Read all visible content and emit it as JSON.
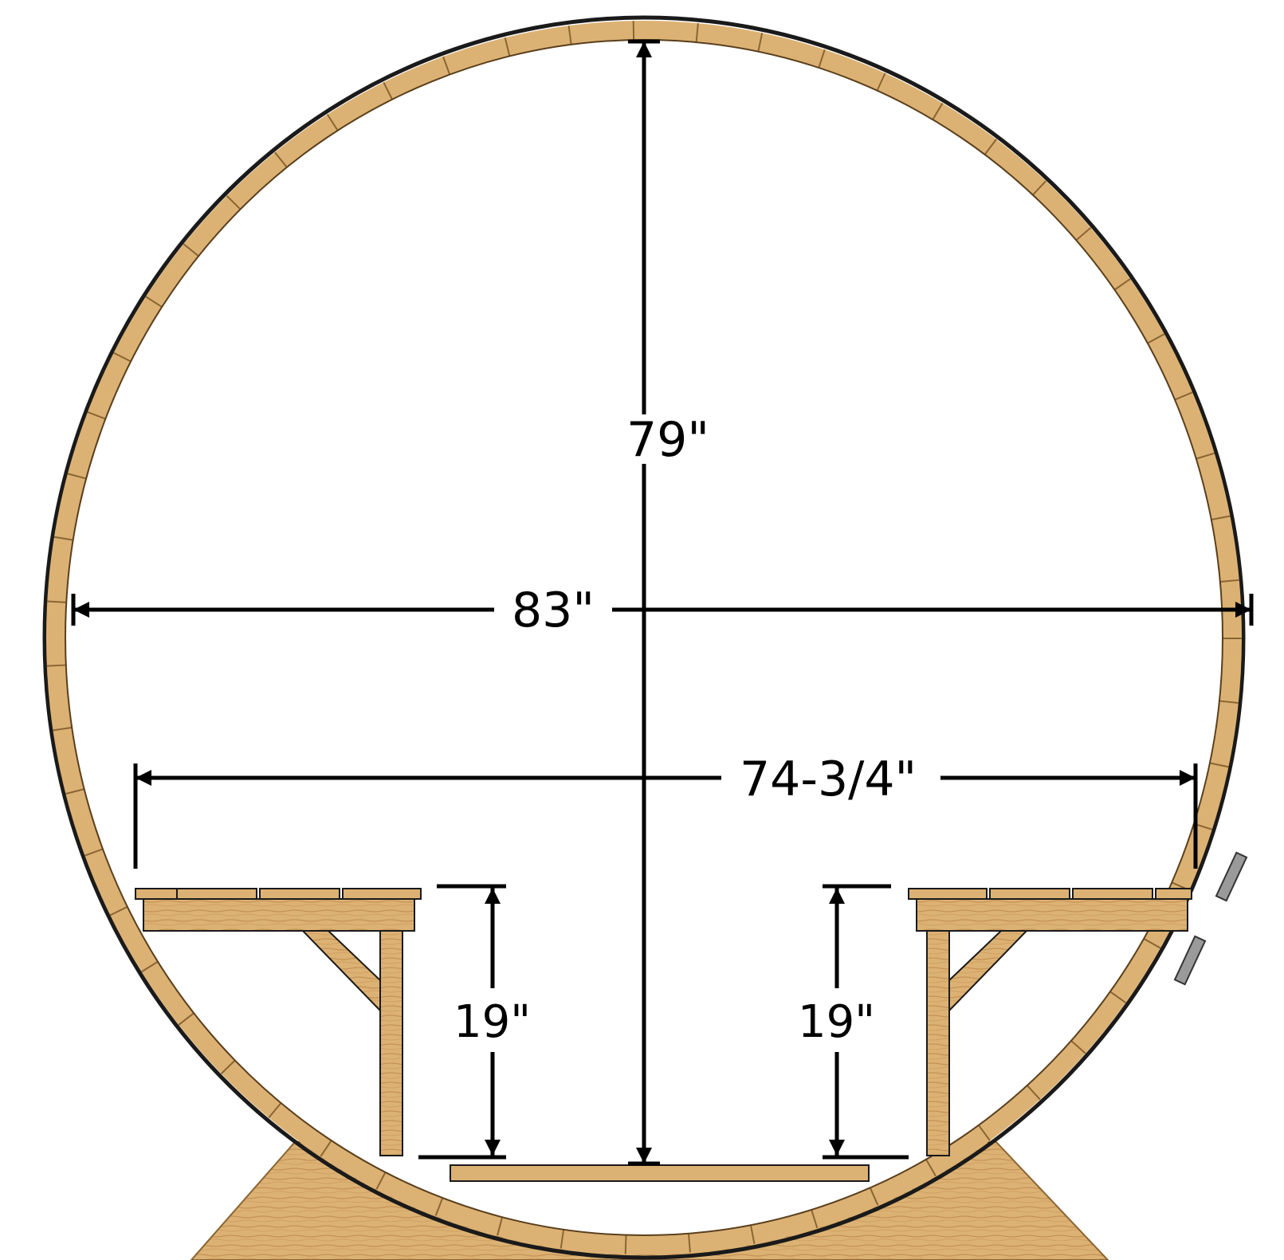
{
  "colors": {
    "wood_light": "#dcb274",
    "wood_mid": "#c99a58",
    "wood_dark": "#8a6532",
    "outline": "#1a1a1a",
    "dimension_line": "#000000",
    "background": "#ffffff"
  },
  "dimensions": {
    "height": "79\"",
    "diameter": "83\"",
    "bench_span": "74-3/4\"",
    "left_bench_height": "19\"",
    "right_bench_height": "19\""
  }
}
